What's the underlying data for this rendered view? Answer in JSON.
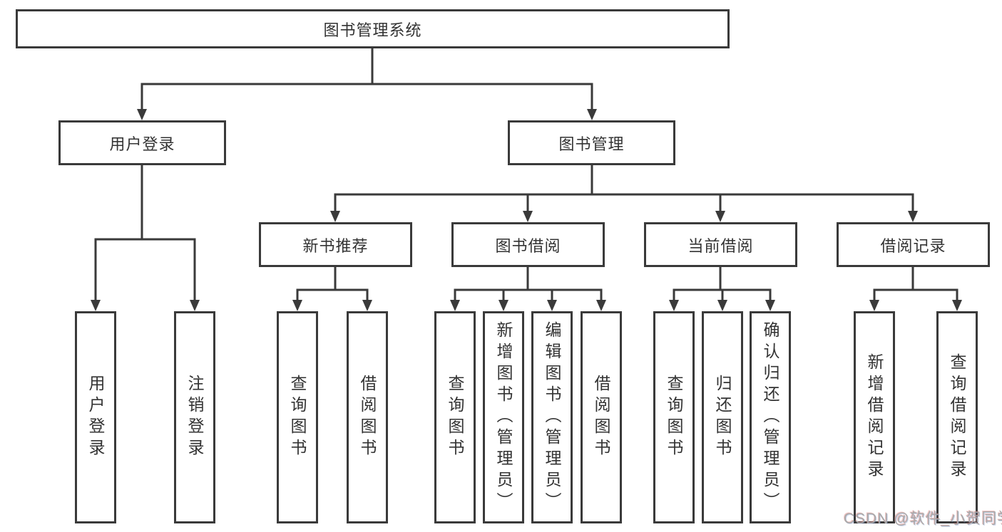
{
  "nodes": {
    "root": "图书管理系统",
    "user_login": "用户登录",
    "book_mgmt": "图书管理",
    "new_book": "新书推荐",
    "book_borrow": "图书借阅",
    "current_borrow": "当前借阅",
    "borrow_record": "借阅记录"
  },
  "leaves": {
    "user_login": [
      "用户登录",
      "注销登录"
    ],
    "new_book": [
      "查询图书",
      "借阅图书"
    ],
    "book_borrow": [
      "查询图书",
      "新增图书（管理员）",
      "编辑图书（管理员）",
      "借阅图书"
    ],
    "current_borrow": [
      "查询图书",
      "归还图书",
      "确认归还（管理员）"
    ],
    "borrow_record": [
      "新增借阅记录",
      "查询借阅记录"
    ]
  },
  "watermark": {
    "text": "CSDN @软件_小贺同学",
    "color": "#a9a9a9"
  },
  "colors": {
    "line": "#3a3a3a",
    "text": "#333333",
    "background": "#ffffff"
  }
}
